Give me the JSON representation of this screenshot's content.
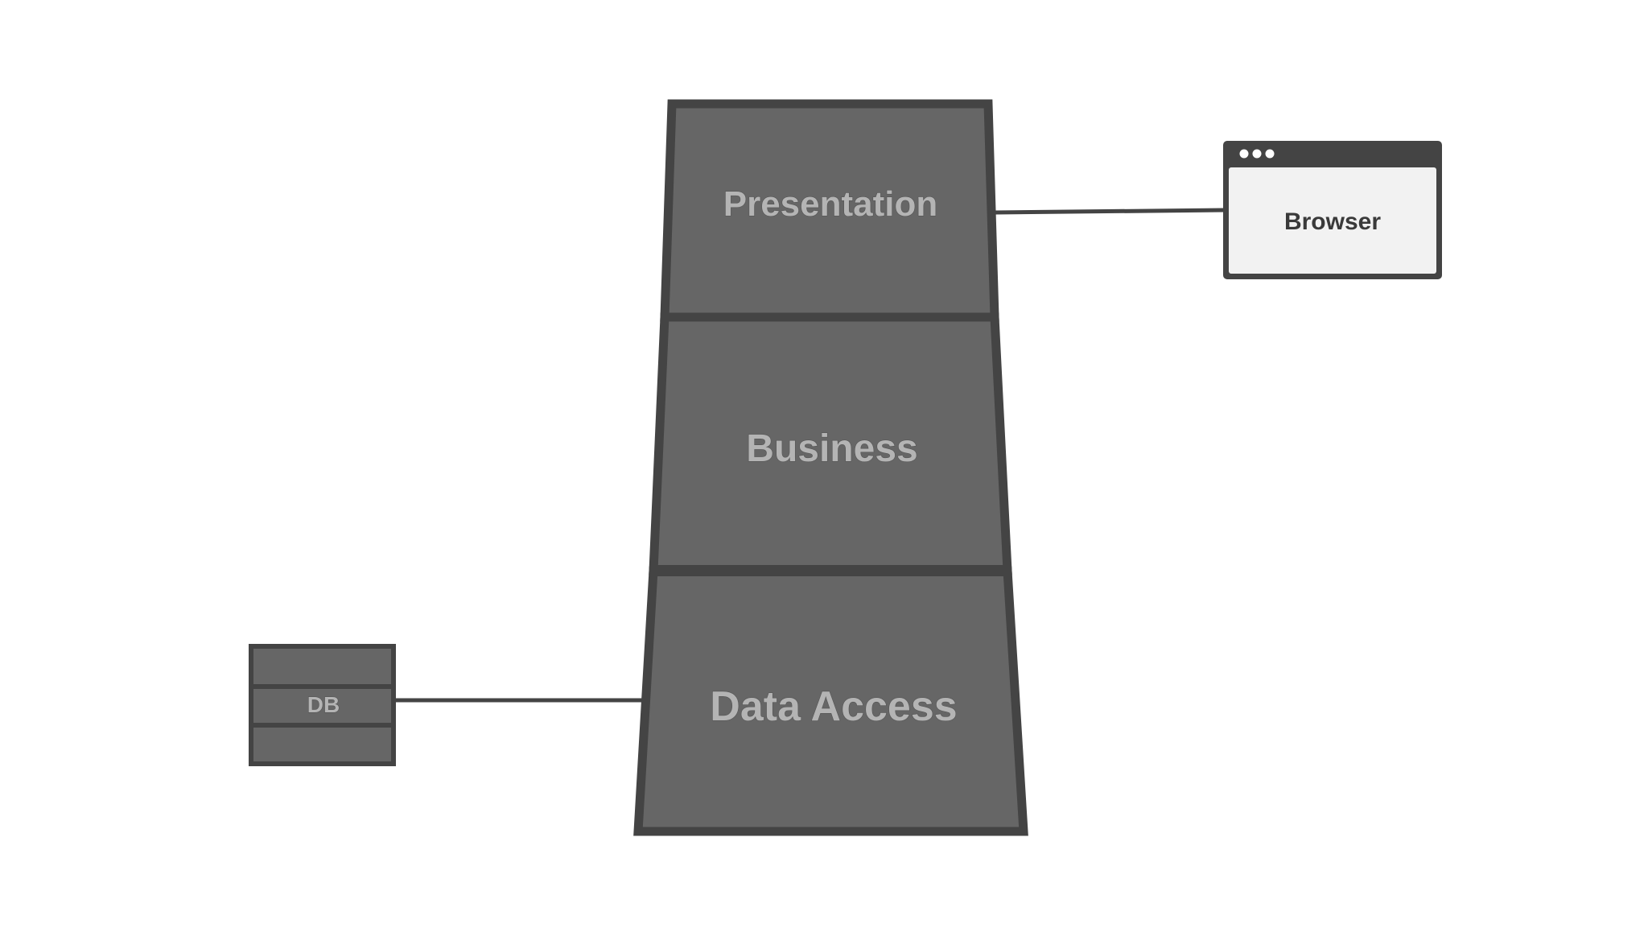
{
  "layers": [
    {
      "label": "Presentation"
    },
    {
      "label": "Business"
    },
    {
      "label": "Data Access"
    }
  ],
  "database": {
    "label": "DB"
  },
  "browser": {
    "label": "Browser"
  },
  "colors": {
    "layer_fill": "#666666",
    "outline": "#444444",
    "connector": "#444444",
    "label_fill": "#b4b4b4",
    "browser_body": "#f2f2f2",
    "browser_frame": "#444444"
  }
}
